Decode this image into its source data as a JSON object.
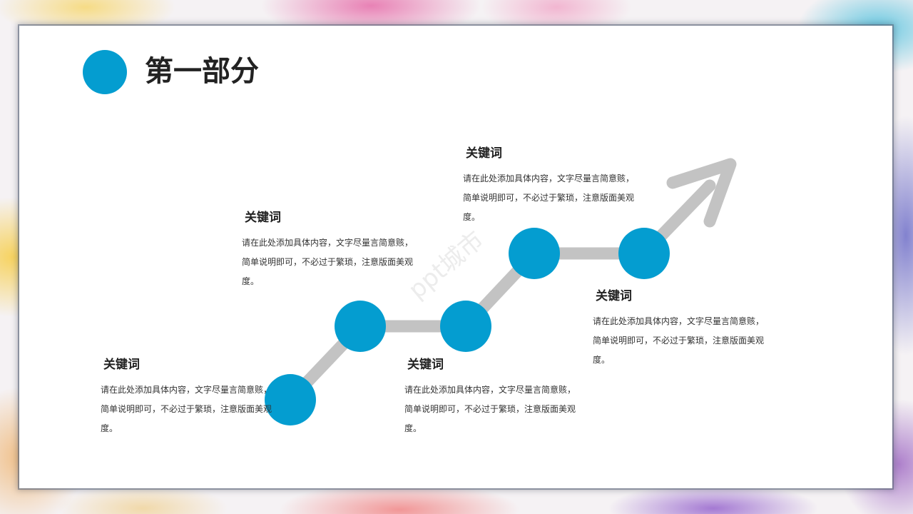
{
  "title": "第一部分",
  "accent_color": "#049dd0",
  "path_color": "#c3c3c3",
  "watermark": "ppt城市",
  "items": [
    {
      "keyword": "关键词",
      "description": "请在此处添加具体内容，文字尽量言简意赅，简单说明即可，不必过于繁琐，注意版面美观度。"
    },
    {
      "keyword": "关键词",
      "description": "请在此处添加具体内容，文字尽量言简意赅，简单说明即可，不必过于繁琐，注意版面美观度。"
    },
    {
      "keyword": "关键词",
      "description": "请在此处添加具体内容，文字尽量言简意赅，简单说明即可，不必过于繁琐，注意版面美观度。"
    },
    {
      "keyword": "关键词",
      "description": "请在此处添加具体内容，文字尽量言简意赅，简单说明即可，不必过于繁琐，注意版面美观度。"
    },
    {
      "keyword": "关键词",
      "description": "请在此处添加具体内容，文字尽量言简意赅，简单说明即可，不必过于繁琐，注意版面美观度。"
    }
  ]
}
